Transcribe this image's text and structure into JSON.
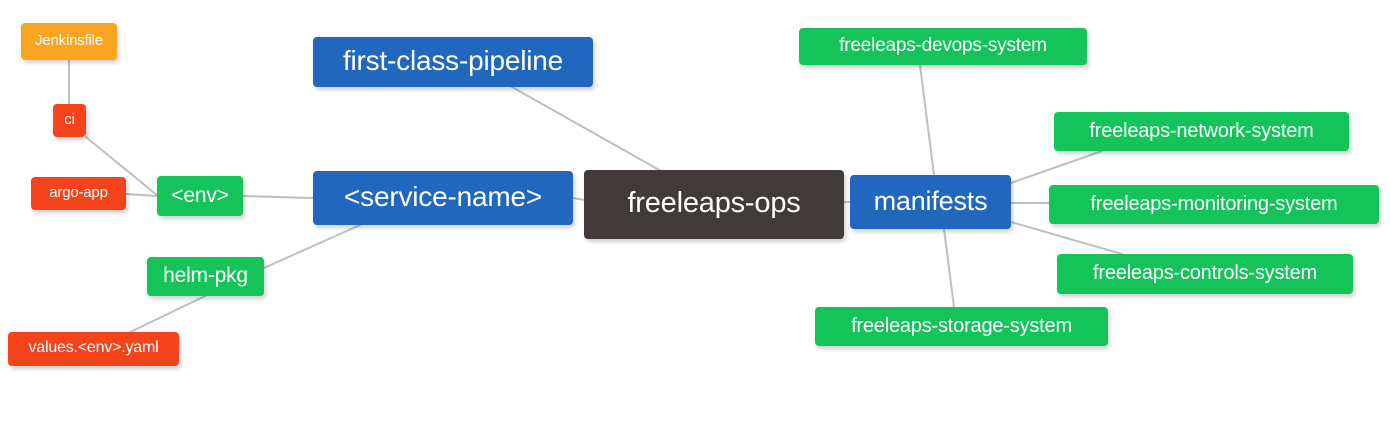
{
  "diagram": {
    "type": "mindmap",
    "title": "freeleaps-ops",
    "background_color": "#FFFFFF",
    "edge_color": "#BFBFBF",
    "palette": {
      "root": "#403B38",
      "blue": "#2067BD",
      "green": "#14C45B",
      "red": "#F5431B",
      "orange": "#F9A51F",
      "text": "#FFFFFF"
    }
  },
  "nodes": {
    "jenkinsfile": {
      "label": "Jenkinsfile",
      "color": "#F9A51F"
    },
    "ci": {
      "label": "ci",
      "color": "#F5431B"
    },
    "argo_app": {
      "label": "argo-app",
      "color": "#F5431B"
    },
    "values_yaml": {
      "label": "values.<env>.yaml",
      "color": "#F5431B"
    },
    "helm_pkg": {
      "label": "helm-pkg",
      "color": "#14C45B"
    },
    "env": {
      "label": "<env>",
      "color": "#14C45B"
    },
    "service_name": {
      "label": "<service-name>",
      "color": "#2067BD"
    },
    "first_class_pipeline": {
      "label": "first-class-pipeline",
      "color": "#2067BD"
    },
    "freeleaps_ops": {
      "label": "freeleaps-ops",
      "color": "#403B38"
    },
    "manifests": {
      "label": "manifests",
      "color": "#2067BD"
    },
    "devops_system": {
      "label": "freeleaps-devops-system",
      "color": "#14C45B"
    },
    "network_system": {
      "label": "freeleaps-network-system",
      "color": "#14C45B"
    },
    "monitoring_system": {
      "label": "freeleaps-monitoring-system",
      "color": "#14C45B"
    },
    "controls_system": {
      "label": "freeleaps-controls-system",
      "color": "#14C45B"
    },
    "storage_system": {
      "label": "freeleaps-storage-system",
      "color": "#14C45B"
    }
  },
  "edges": [
    {
      "from": "jenkinsfile",
      "to": "ci"
    },
    {
      "from": "ci",
      "to": "env"
    },
    {
      "from": "argo_app",
      "to": "env"
    },
    {
      "from": "env",
      "to": "service_name"
    },
    {
      "from": "service_name",
      "to": "helm_pkg"
    },
    {
      "from": "helm_pkg",
      "to": "values_yaml"
    },
    {
      "from": "first_class_pipeline",
      "to": "freeleaps_ops"
    },
    {
      "from": "service_name",
      "to": "freeleaps_ops"
    },
    {
      "from": "freeleaps_ops",
      "to": "manifests"
    },
    {
      "from": "manifests",
      "to": "devops_system"
    },
    {
      "from": "manifests",
      "to": "network_system"
    },
    {
      "from": "manifests",
      "to": "monitoring_system"
    },
    {
      "from": "manifests",
      "to": "controls_system"
    },
    {
      "from": "manifests",
      "to": "storage_system"
    }
  ]
}
